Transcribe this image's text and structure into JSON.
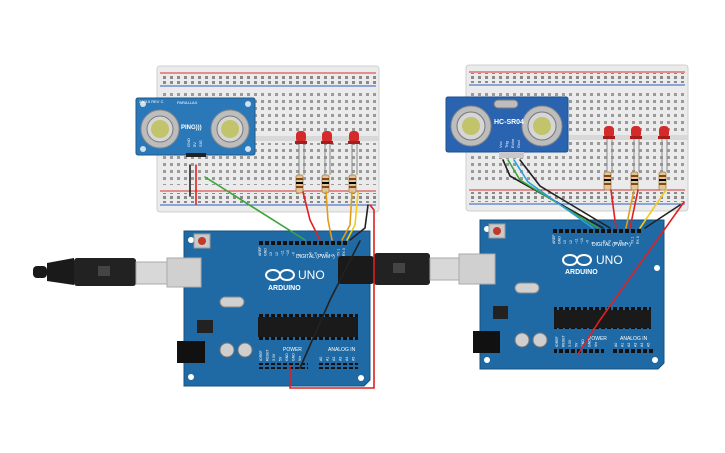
{
  "left_circuit": {
    "sensor": {
      "brand": "PARALLAX",
      "name": "PING)))",
      "model": "28015 REV C",
      "pins": [
        "GND",
        "5V",
        "SIG"
      ]
    },
    "arduino": {
      "logo": "ARDUINO",
      "model": "UNO",
      "digital_label": "DIGITAL (PWM~)",
      "power_label": "POWER",
      "analog_label": "ANALOG IN",
      "digital_pins": [
        "AREF",
        "GND",
        "13",
        "12",
        "~11",
        "~10",
        "~9",
        "8",
        "7",
        "~6",
        "~5",
        "4",
        "~3",
        "2",
        "TX 1",
        "RX 0"
      ],
      "power_pins": [
        "IOREF",
        "RESET",
        "3.3V",
        "5V",
        "GND",
        "GND",
        "Vin"
      ],
      "analog_pins": [
        "A0",
        "A1",
        "A2",
        "A3",
        "A4",
        "A5"
      ]
    }
  },
  "right_circuit": {
    "sensor": {
      "name": "HC-SR04",
      "pins": [
        "Vcc",
        "Trig",
        "Echo",
        "Gnd"
      ]
    },
    "arduino": {
      "logo": "ARDUINO",
      "model": "UNO",
      "digital_label": "DIGITAL (PWM~)",
      "power_label": "POWER",
      "analog_label": "ANALOG IN",
      "digital_pins": [
        "AREF",
        "GND",
        "13",
        "12",
        "~11",
        "~10",
        "~9",
        "8",
        "7",
        "~6",
        "~5",
        "4",
        "~3",
        "2",
        "TX 1",
        "RX 0"
      ],
      "power_pins": [
        "IOREF",
        "RESET",
        "3.3V",
        "5V",
        "GND",
        "GND",
        "Vin"
      ],
      "analog_pins": [
        "A0",
        "A1",
        "A2",
        "A3",
        "A4",
        "A5"
      ]
    }
  },
  "colors": {
    "board": "#1f6aa5",
    "breadboard": "#ebebeb",
    "led": "#d42a2a",
    "wire_red": "#e02020",
    "wire_green": "#3aa63a",
    "wire_orange": "#e39c18",
    "wire_yellow": "#f2cb1c",
    "wire_blue": "#2a9ee0",
    "wire_black": "#222222"
  }
}
